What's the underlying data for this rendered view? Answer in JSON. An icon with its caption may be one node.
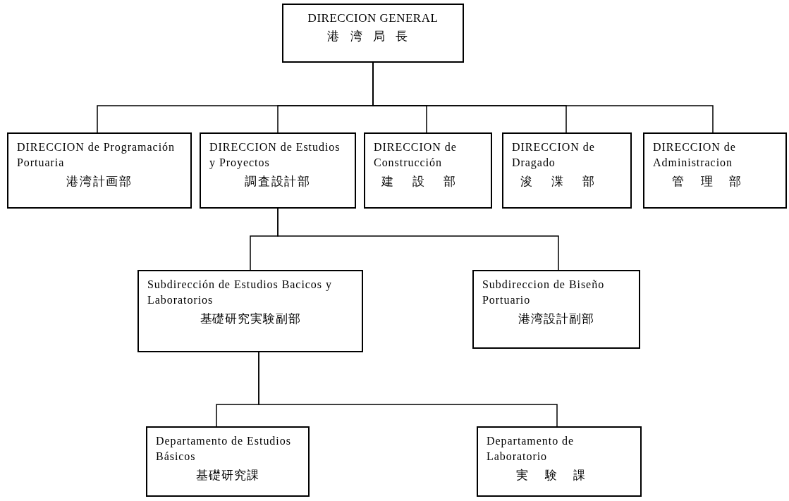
{
  "diagram": {
    "nodes": [
      {
        "text": [
          "DIRECCION GENERAL",
          "港湾局長"
        ]
      },
      {
        "text": [
          "DIRECCION de Programación Portuaria",
          "港湾計画部"
        ]
      },
      {
        "text": [
          "DIRECCION de Estudios y Proyectos",
          "調査設計部"
        ]
      },
      {
        "text": [
          "DIRECCION de Construcción",
          "建設部"
        ]
      },
      {
        "text": [
          "DIRECCION de Dragado",
          "浚渫部"
        ]
      },
      {
        "text": [
          "DIRECCION de Administracion",
          "管理部"
        ]
      },
      {
        "text": [
          "Subdirección de Estudios Bacicos y Laboratorios",
          "基礎研究実験副部"
        ]
      },
      {
        "text": [
          "Subdireccion de Biseño Portuario",
          "港湾設計副部"
        ]
      },
      {
        "text": [
          "Departamento de Estudios Básicos",
          "基礎研究課"
        ]
      },
      {
        "text": [
          "Departamento de Laboratorio",
          "実験課"
        ]
      }
    ],
    "edges": [
      {
        "from": 0,
        "to": 1,
        "arrow": "none"
      },
      {
        "from": 0,
        "to": 2,
        "arrow": "none"
      },
      {
        "from": 0,
        "to": 3,
        "arrow": "none"
      },
      {
        "from": 0,
        "to": 4,
        "arrow": "none"
      },
      {
        "from": 0,
        "to": 5,
        "arrow": "none"
      },
      {
        "from": 2,
        "to": 6,
        "arrow": "none"
      },
      {
        "from": 2,
        "to": 7,
        "arrow": "none"
      },
      {
        "from": 6,
        "to": 8,
        "arrow": "none"
      },
      {
        "from": 6,
        "to": 9,
        "arrow": "none"
      }
    ]
  }
}
